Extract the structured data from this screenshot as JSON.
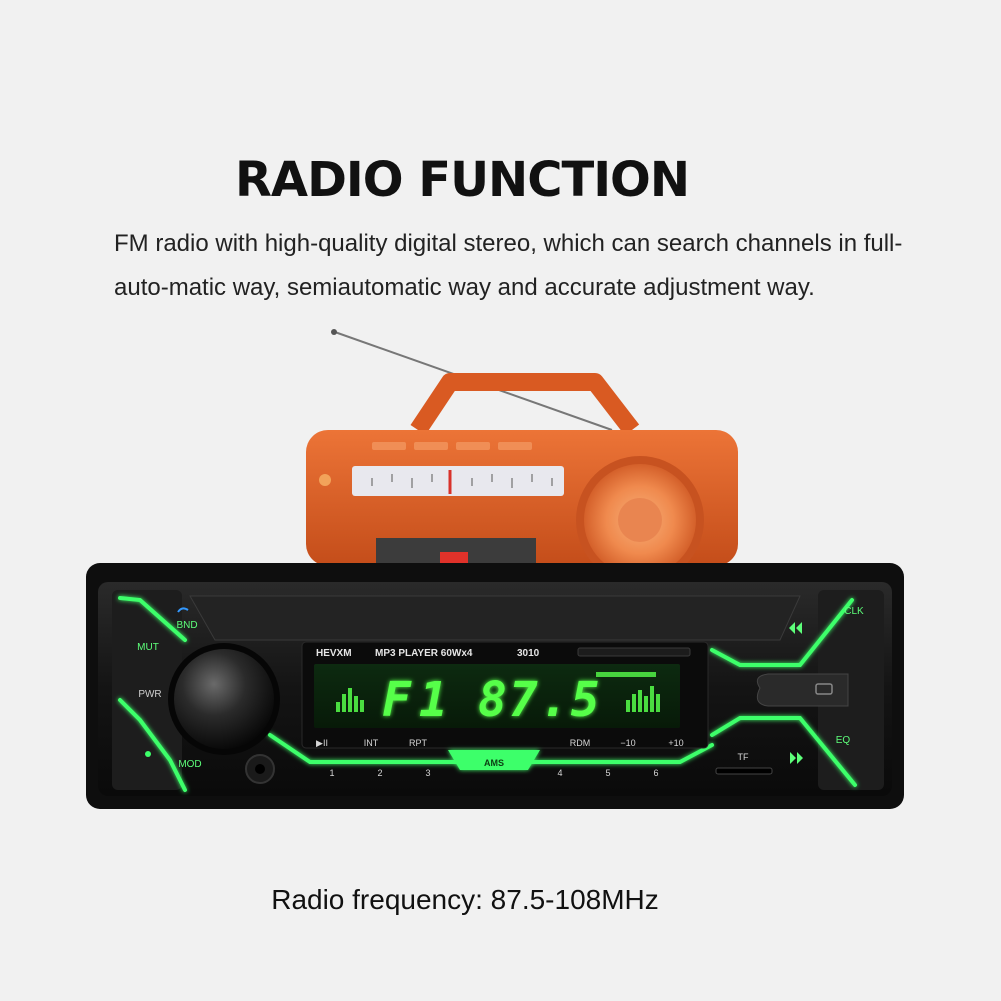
{
  "headline": "RADIO FUNCTION",
  "description": "FM radio with high-quality digital stereo, which can search channels in full-auto-matic way, semiautomatic way and accurate adjustment way.",
  "spec": "Radio frequency: 87.5-108MHz",
  "colors": {
    "boombox_body": "#e2642a",
    "button_glow": "#3dff6a",
    "lcd_text": "#56ff4a"
  },
  "stereo": {
    "brand": "HEVXM",
    "model_text": "MP3 PLAYER 60Wx4",
    "model_number": "3010",
    "lcd_band": "F1",
    "lcd_frequency": "87.5",
    "left_buttons": [
      "BND",
      "MUT",
      "PWR",
      "MOD"
    ],
    "right_buttons": [
      "CLK",
      "EQ",
      "TF"
    ],
    "function_labels": [
      "▶II",
      "INT",
      "RPT",
      "RDM",
      "−10",
      "+10"
    ],
    "ams_label": "AMS",
    "preset_numbers": [
      "1",
      "2",
      "3",
      "4",
      "5",
      "6"
    ]
  }
}
